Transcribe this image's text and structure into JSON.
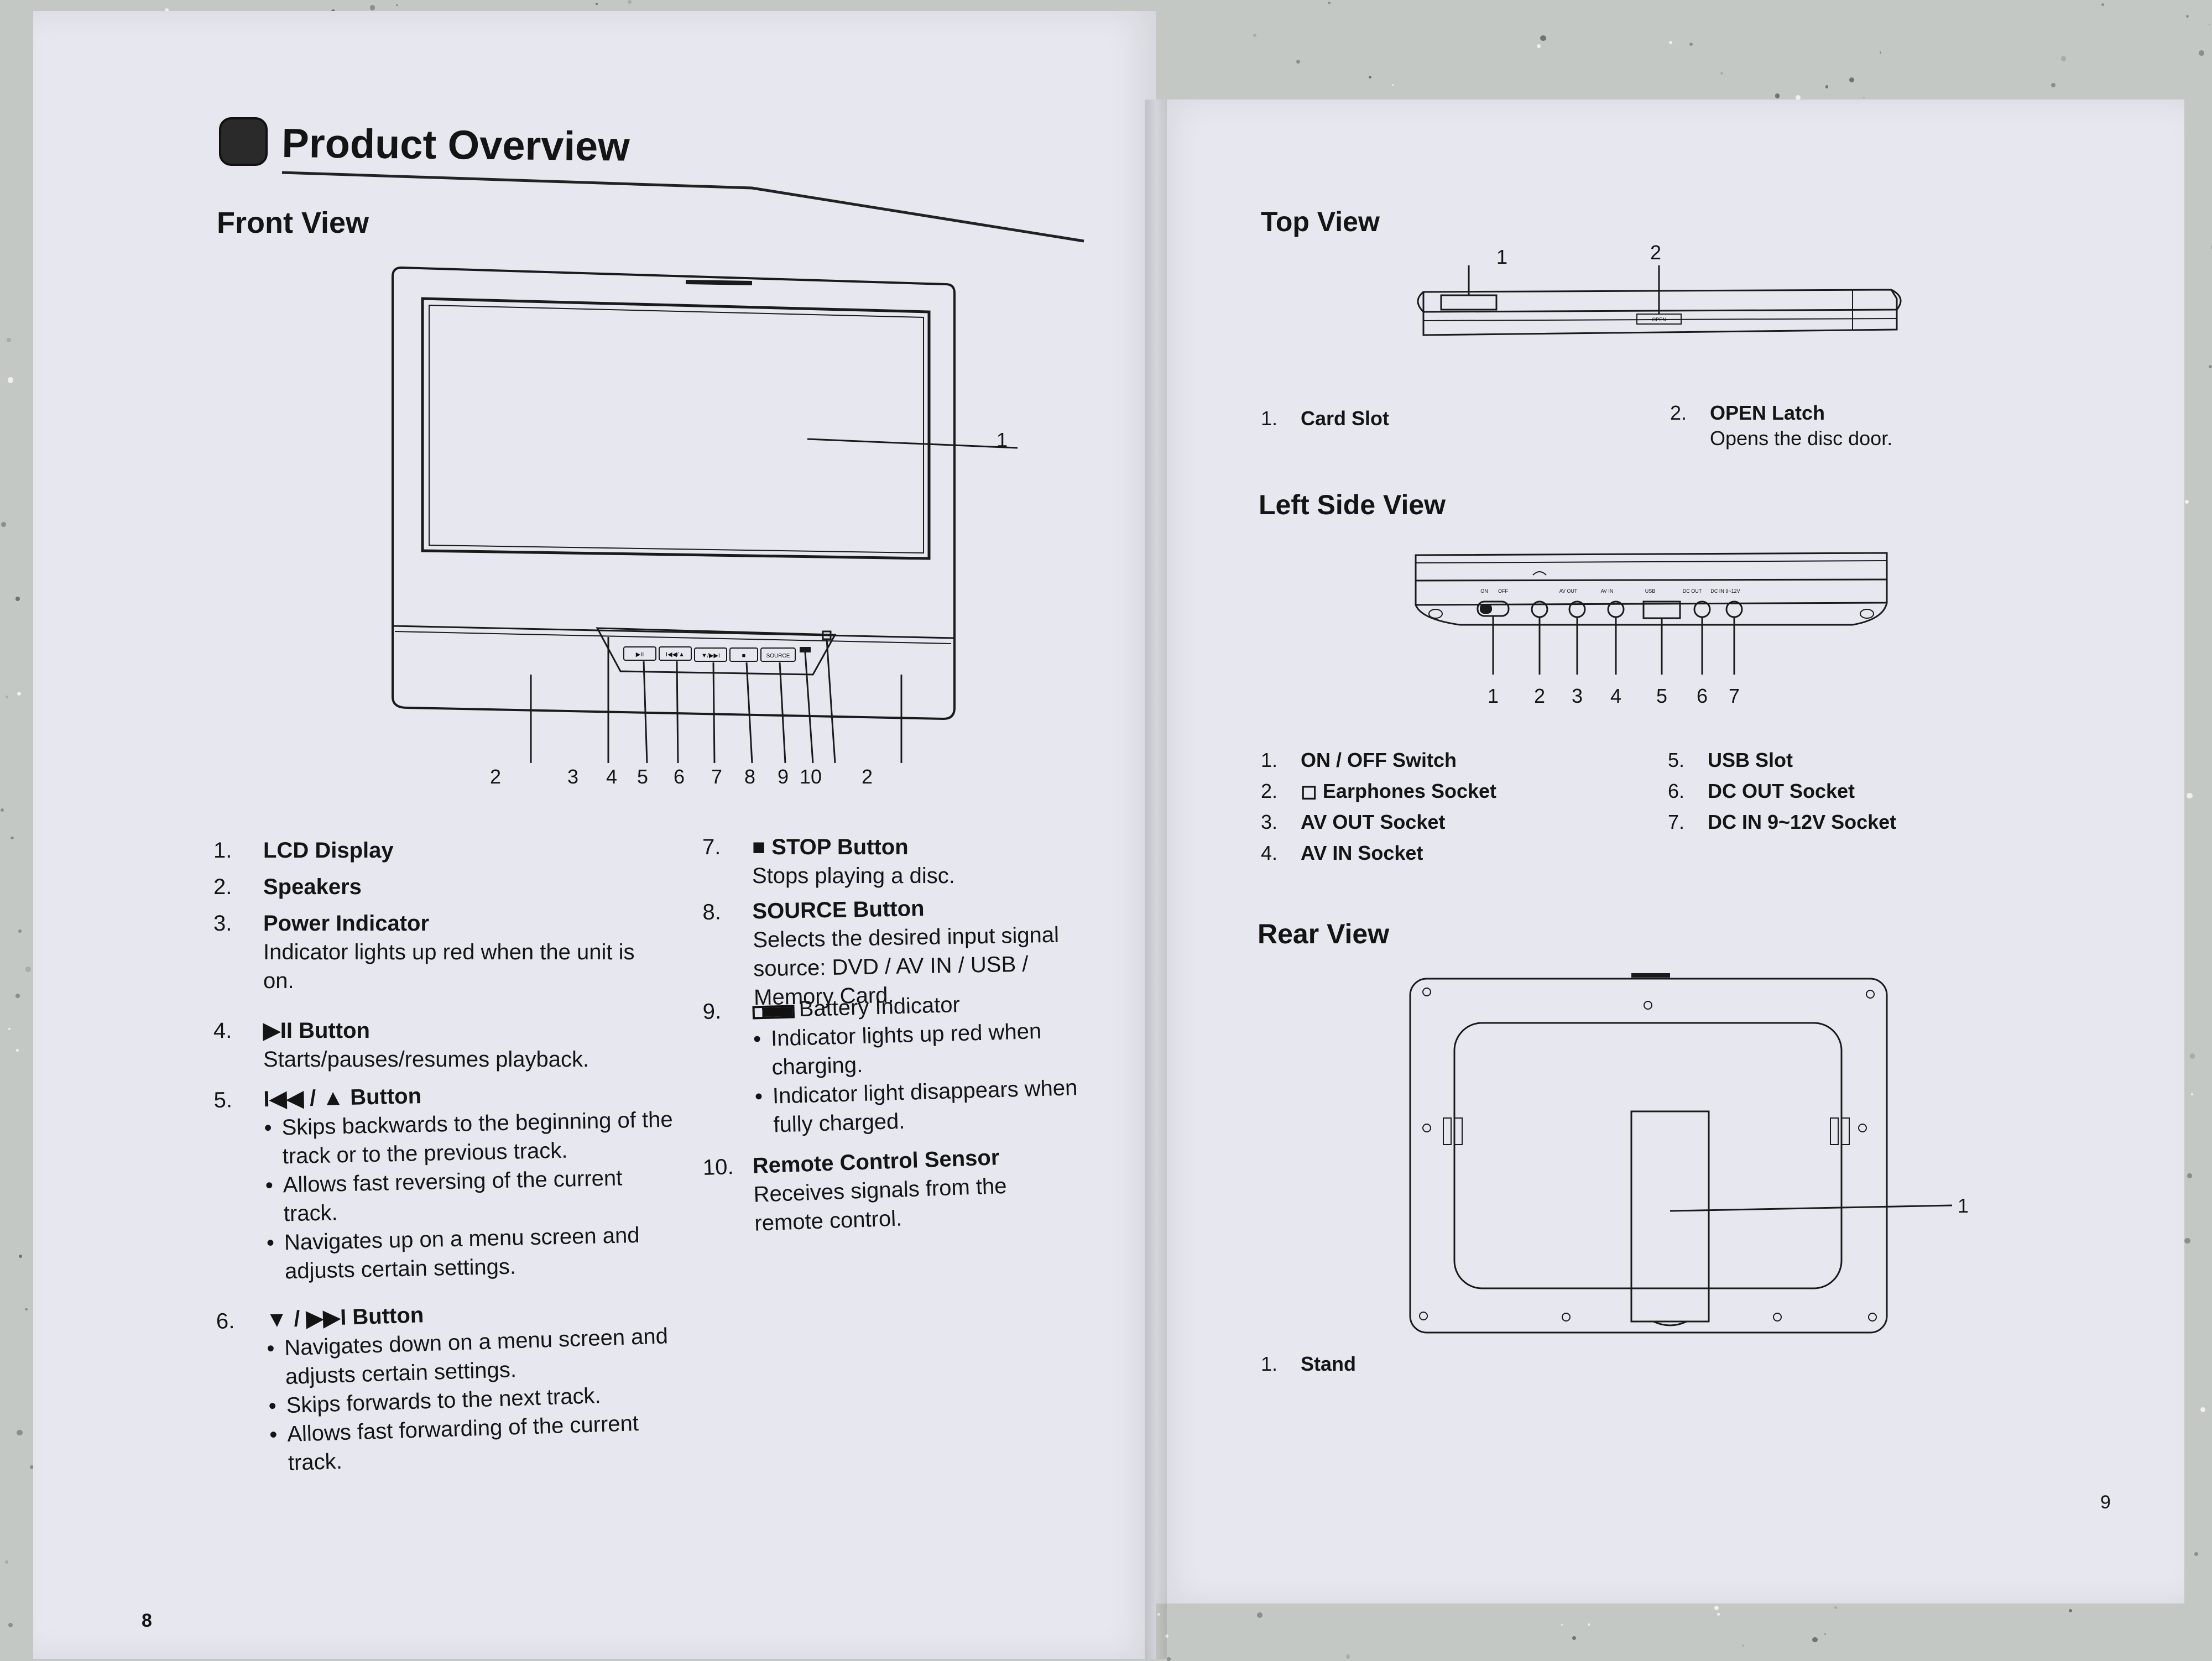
{
  "left_page": {
    "heading": "Product Overview",
    "subheading": "Front View",
    "page_number": "8",
    "front_buttons": [
      "▶II",
      "I◀◀/▲",
      "▼/▶▶I",
      "■",
      "SOURCE"
    ],
    "callouts": [
      "1",
      "2",
      "3",
      "4",
      "5",
      "6",
      "7",
      "8",
      "9",
      "10",
      "2"
    ],
    "items_col1": [
      {
        "num": "1.",
        "title": "LCD Display"
      },
      {
        "num": "2.",
        "title": "Speakers"
      },
      {
        "num": "3.",
        "title": "Power Indicator",
        "desc": "Indicator lights up red when the unit is on."
      },
      {
        "num": "4.",
        "title": "▶II Button",
        "desc": "Starts/pauses/resumes playback."
      },
      {
        "num": "5.",
        "title": "I◀◀ / ▲ Button",
        "bullets": [
          "Skips backwards to the beginning of the track or to the previous track.",
          "Allows fast reversing of the current track.",
          "Navigates up on a menu screen and adjusts certain settings."
        ]
      },
      {
        "num": "6.",
        "title": "▼ / ▶▶I Button",
        "bullets": [
          "Navigates down on a menu screen and adjusts certain settings.",
          "Skips forwards to the next track.",
          "Allows fast forwarding of the current track."
        ]
      }
    ],
    "items_col2": [
      {
        "num": "7.",
        "title": "■ STOP Button",
        "desc": "Stops playing a disc."
      },
      {
        "num": "8.",
        "title": "SOURCE Button",
        "desc": "Selects the desired input signal source: DVD / AV IN / USB / Memory Card."
      },
      {
        "num": "9.",
        "title": "Battery Indicator",
        "bullets": [
          "Indicator lights up red when charging.",
          "Indicator light disappears when fully charged."
        ]
      },
      {
        "num": "10.",
        "title": "Remote Control Sensor",
        "desc": "Receives signals from the remote control."
      }
    ]
  },
  "right_page": {
    "page_number": "9",
    "top_view": {
      "heading": "Top View",
      "callouts": [
        "1",
        "2"
      ],
      "latch_label": "OPEN",
      "items": [
        {
          "num": "1.",
          "title": "Card Slot"
        },
        {
          "num": "2.",
          "title": "OPEN Latch",
          "desc": "Opens the disc door."
        }
      ]
    },
    "left_side_view": {
      "heading": "Left Side View",
      "port_labels": [
        "ON",
        "OFF",
        "AV OUT",
        "AV IN",
        "USB",
        "DC OUT",
        "DC IN 9~12V"
      ],
      "callouts": [
        "1",
        "2",
        "3",
        "4",
        "5",
        "6",
        "7"
      ],
      "items": [
        {
          "num": "1.",
          "title": "ON / OFF Switch"
        },
        {
          "num": "2.",
          "title": "Earphones Socket"
        },
        {
          "num": "3.",
          "title": "AV OUT Socket"
        },
        {
          "num": "4.",
          "title": "AV IN Socket"
        },
        {
          "num": "5.",
          "title": "USB Slot"
        },
        {
          "num": "6.",
          "title": "DC OUT Socket"
        },
        {
          "num": "7.",
          "title": "DC IN 9~12V Socket"
        }
      ]
    },
    "rear_view": {
      "heading": "Rear View",
      "callouts": [
        "1"
      ],
      "items": [
        {
          "num": "1.",
          "title": "Stand"
        }
      ]
    }
  },
  "colors": {
    "background": "#c4c8c4",
    "paper": "#e7e7ef",
    "ink": "#141414"
  }
}
